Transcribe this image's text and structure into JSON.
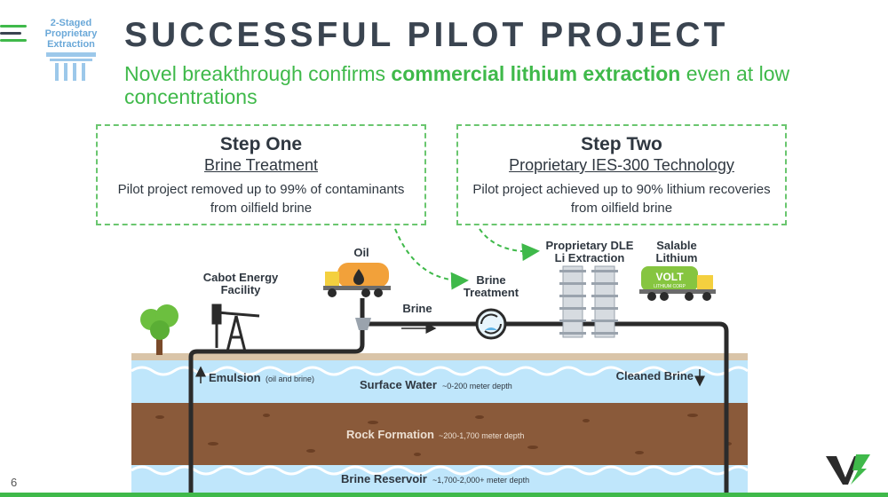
{
  "header": {
    "badge_line1": "2-Staged",
    "badge_line2": "Proprietary",
    "badge_line3": "Extraction",
    "title": "SUCCESSFUL PILOT PROJECT",
    "subtitle_pre": "Novel breakthrough confirms ",
    "subtitle_bold": "commercial lithium extraction",
    "subtitle_post": " even at low concentrations"
  },
  "steps": [
    {
      "title": "Step One",
      "subtitle": "Brine Treatment",
      "body": "Pilot project removed up to 99% of contaminants from oilfield brine"
    },
    {
      "title": "Step Two",
      "subtitle": "Proprietary IES-300 Technology",
      "body": "Pilot project achieved up to 90% lithium recoveries from oilfield brine"
    }
  ],
  "diagram": {
    "cabot_line1": "Cabot Energy",
    "cabot_line2": "Facility",
    "oil": "Oil",
    "brine": "Brine",
    "brine_treatment_line1": "Brine",
    "brine_treatment_line2": "Treatment",
    "dle_line1": "Proprietary DLE",
    "dle_line2": "Li Extraction",
    "salable_line1": "Salable",
    "salable_line2": "Lithium",
    "truck_brand": "VOLT",
    "truck_sub": "LITHIUM CORP",
    "emulsion": "Emulsion",
    "emulsion_note": "(oil and brine)",
    "cleaned_brine": "Cleaned Brine",
    "surface_water": "Surface Water",
    "surface_water_depth": "~0-200 meter depth",
    "rock_formation": "Rock Formation",
    "rock_formation_depth": "~200-1,700 meter depth",
    "brine_reservoir": "Brine Reservoir",
    "brine_reservoir_depth": "~1,700-2,000+ meter depth"
  },
  "footer": {
    "page_number": "6"
  },
  "colors": {
    "accent_green": "#3fb94a",
    "dashed_green": "#6ac66f",
    "title_gray": "#3a4450",
    "badge_blue": "#6aa8d8",
    "water_blue": "#bfe6fb",
    "rock_brown": "#8a5a3a",
    "ground_tan": "#d9c4a8",
    "pipe_dark": "#2b2b2b",
    "oil_truck_orange": "#f2a13a",
    "volt_truck_green": "#86c540"
  }
}
